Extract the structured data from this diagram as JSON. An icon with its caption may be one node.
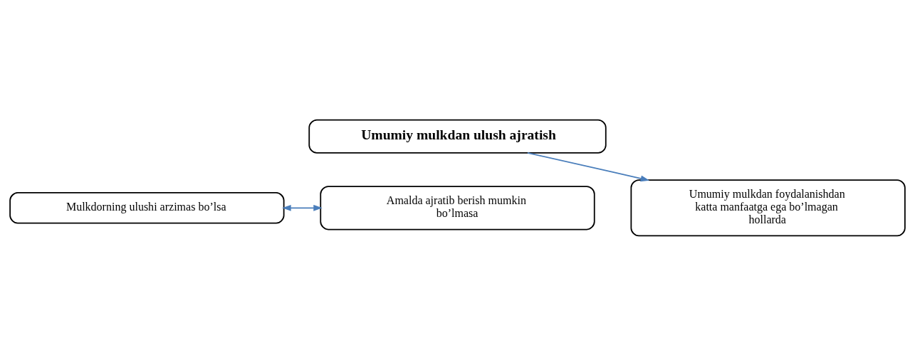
{
  "diagram": {
    "nodes": [
      {
        "text": [
          "Umumiy mulkdan ulush ajratish"
        ]
      },
      {
        "text": [
          "Mulkdorning ulushi arzimas bo’lsa"
        ]
      },
      {
        "text": [
          "Amalda ajratib berish mumkin bo’lmasa"
        ]
      },
      {
        "text": [
          "Umumiy mulkdan foydalanishdan katta manfaatga ega bo’lmagan hollarda"
        ]
      }
    ],
    "edges": [
      {
        "from": 0,
        "to": 3,
        "arrow": "to"
      },
      {
        "from": 1,
        "to": 2,
        "arrow": "both"
      }
    ]
  }
}
